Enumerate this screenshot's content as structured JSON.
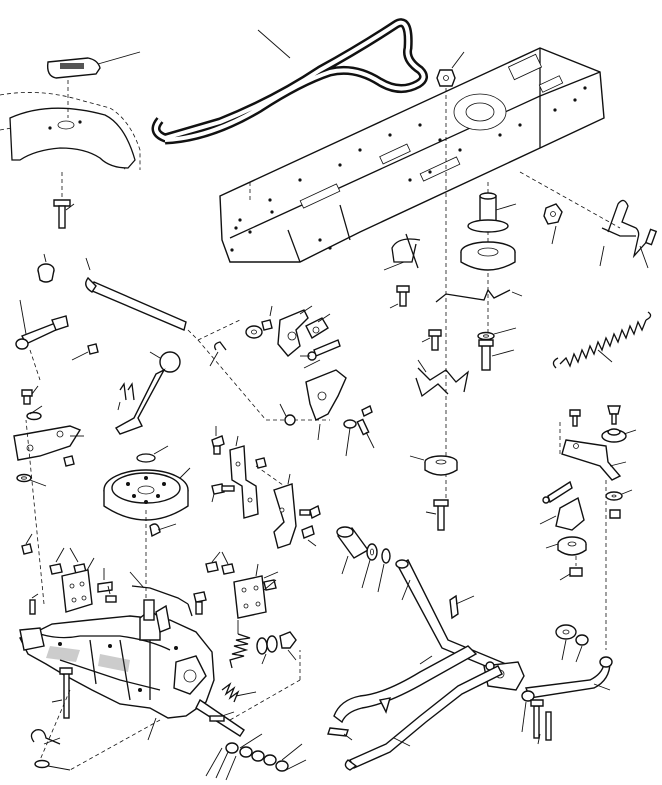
{
  "diagram": {
    "colors": {
      "ink": "#111111",
      "paper": "#ffffff"
    },
    "parts": [
      "drive-belt",
      "fender-decal",
      "fender",
      "bolt",
      "frame",
      "nut",
      "idler-pulley",
      "nut",
      "spring-rod",
      "mounting-bolt",
      "flat-idler",
      "pivot-shaft",
      "lever-rod",
      "bushing",
      "knob",
      "shift-lever",
      "idler-bracket",
      "cable-rod",
      "bolt",
      "washer",
      "extension-spring",
      "bracket",
      "bolt",
      "washer",
      "transmission-pulley",
      "key",
      "spring-clip",
      "shift-bracket",
      "bolt",
      "bracket",
      "washer",
      "idler-arm",
      "flat-idler",
      "bushing",
      "washer",
      "shift-rod",
      "nut",
      "bracket",
      "bracket",
      "screw",
      "transaxle",
      "spring",
      "washer",
      "bolt",
      "bolt",
      "hairpin",
      "washer",
      "pin",
      "washers",
      "brake-rod",
      "clutch-rod",
      "linkage-rod",
      "bolt",
      "washer"
    ]
  }
}
